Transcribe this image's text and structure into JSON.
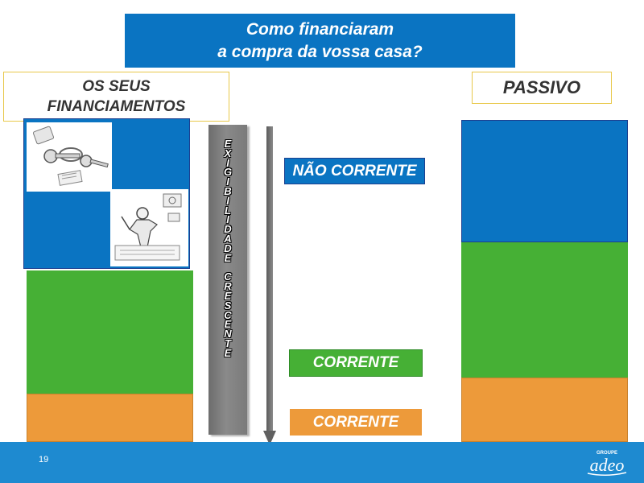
{
  "title": {
    "line1": "Como financiaram",
    "line2": "a compra da vossa casa?"
  },
  "left_header": {
    "line1": "OS SEUS",
    "line2": "FINANCIAMENTOS"
  },
  "right_header": {
    "label": "PASSIVO"
  },
  "exigibilidade": {
    "word1": [
      "E",
      "X",
      "I",
      "G",
      "I",
      "B",
      "I",
      "L",
      "I",
      "D",
      "A",
      "D",
      "E"
    ],
    "word2": [
      "C",
      "R",
      "E",
      "S",
      "C",
      "E",
      "N",
      "T",
      "E"
    ]
  },
  "labels": {
    "nao_corrente": "NÃO CORRENTE",
    "corrente_green": "CORRENTE",
    "corrente_orange": "CORRENTE"
  },
  "footer": {
    "page_number": "19",
    "logo_small": "GROUPE",
    "logo_main": "adeo"
  },
  "colors": {
    "blue": "#0a74c2",
    "green": "#46b035",
    "orange": "#ed9a3a",
    "footer": "#1e8ad0"
  },
  "icons": {
    "keys_illustration": "house-keys-icon",
    "person_illustration": "person-with-documents-icon"
  }
}
